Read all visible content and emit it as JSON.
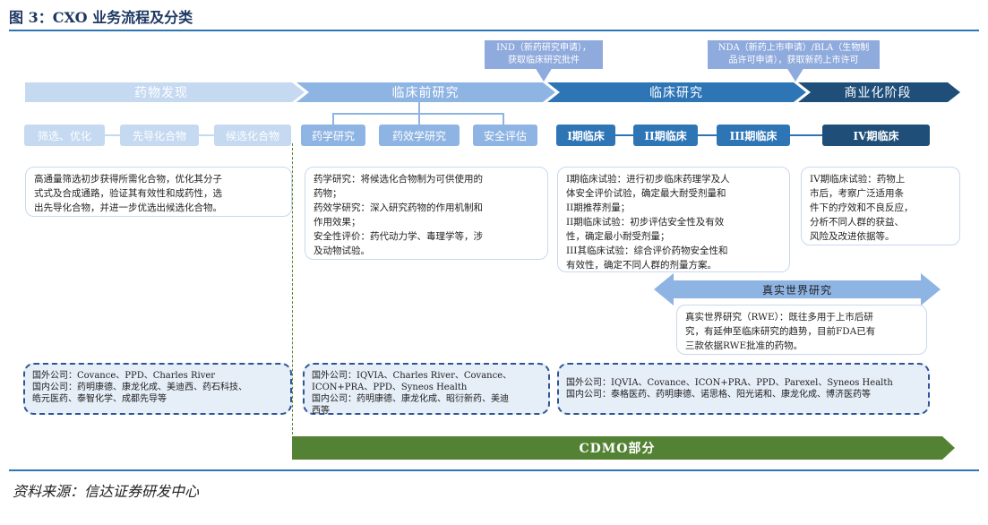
{
  "title": "图 3：CXO 业务流程及分类",
  "source": "资料来源：信达证券研发中心",
  "notes": {
    "ind": [
      "IND（新药研究申请），",
      "获取临床研究批件"
    ],
    "nda": [
      "NDA（新药上市申请）/BLA（生物制",
      "品许可申请），获取新药上市许可"
    ]
  },
  "stages": [
    {
      "label": "药物发现"
    },
    {
      "label": "临床前研究"
    },
    {
      "label": "临床研究"
    },
    {
      "label": "商业化阶段"
    }
  ],
  "discovery_steps": [
    "筛选、优化",
    "先导化合物",
    "候选化合物"
  ],
  "preclinical_steps": [
    "药学研究",
    "药效学研究",
    "安全评估"
  ],
  "clinical_steps": [
    "I期临床",
    "II期临床",
    "III期临床"
  ],
  "commercial_step": "IV期临床",
  "descriptions": {
    "discovery": [
      "高通量筛选初步获得所需化合物，优化其分子",
      "式式及合成通路，验证其有效性和成药性，选",
      "出先导化合物，并进一步优选出候选化合物。"
    ],
    "preclinical": [
      "药学研究：将候选化合物制为可供使用的",
      "药物；",
      "药效学研究：深入研究药物的作用机制和",
      "作用效果；",
      "安全性评价：药代动力学、毒理学等，涉",
      "及动物试验。"
    ],
    "clinical": [
      "I期临床试验：进行初步临床药理学及人",
      "体安全评价试验，确定最大耐受剂量和",
      "II期推荐剂量；",
      "II期临床试验：初步评估安全性及有效",
      "性，确定最小耐受剂量；",
      "III其临床试验：综合评价药物安全性和",
      "有效性，确定不同人群的剂量方案。"
    ],
    "commercial": [
      "IV期临床试验：药物上",
      "市后，考察广泛适用条",
      "件下的疗效和不良反应，",
      "分析不同人群的获益、",
      "风险及改进依据等。"
    ]
  },
  "rwe": {
    "label": "真实世界研究",
    "desc": [
      "真实世界研究（RWE）：既往多用于上市后研",
      "究，有延伸至临床研究的趋势，目前FDA已有",
      "三款依据RWE批准的药物。"
    ]
  },
  "companies": {
    "discovery": [
      "国外公司：Covance、PPD、Charles River",
      "国内公司：药明康德、康龙化成、美迪西、药石科技、",
      "皓元医药、泰智化学、成都先导等"
    ],
    "preclinical": [
      "国外公司：IQVIA、Charles River、Covance、",
      "ICON+PRA、PPD、Syneos Health",
      "国内公司：药明康德、康龙化成、昭衍新药、美迪",
      "西等"
    ],
    "clinical": [
      "国外公司：IQVIA、Covance、ICON+PRA、PPD、Parexel、Syneos Health",
      "国内公司：泰格医药、药明康德、诺思格、阳光诺和、康龙化成、博济医药等"
    ]
  },
  "cdmo_label": "CDMO部分",
  "colors": {
    "stage1": "#c5d9f1",
    "stage2": "#8eb4e3",
    "stage3": "#2e75b6",
    "stage4": "#1f4e79",
    "cdmo": "#548235",
    "rwe": "#8eb4e3"
  }
}
